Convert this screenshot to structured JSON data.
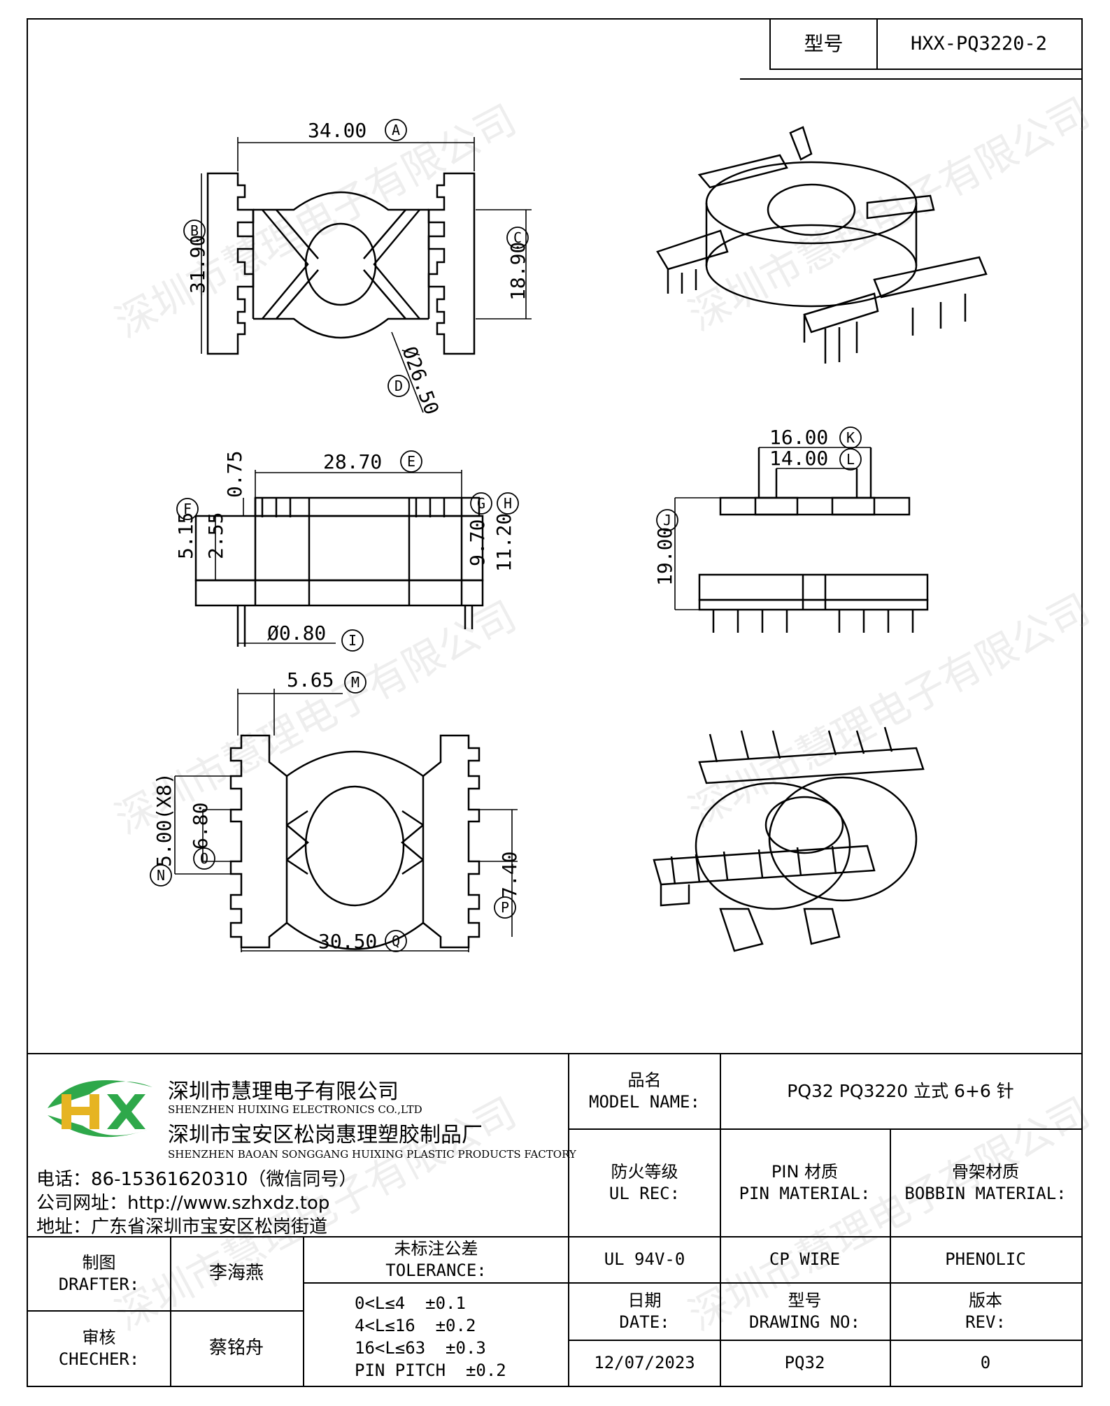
{
  "header": {
    "model_label": "型号",
    "model_value": "HXX-PQ3220-2"
  },
  "dimensions": {
    "A": "34.00",
    "B": "31.90",
    "C": "18.90",
    "D": "Ø26.50",
    "E": "28.70",
    "F": "5.15",
    "G": "0.75",
    "H": "11.20",
    "I": "Ø0.80",
    "J": "19.00",
    "K": "16.00",
    "L": "14.00",
    "M": "5.65",
    "N": "5.00(X8)",
    "O": "6.80",
    "P": "7.40",
    "Q": "30.50",
    "v255": "2.55",
    "v970": "9.70"
  },
  "letters": {
    "A": "A",
    "B": "B",
    "C": "C",
    "D": "D",
    "E": "E",
    "F": "F",
    "G": "G",
    "H": "H",
    "I": "I",
    "J": "J",
    "K": "K",
    "L": "L",
    "M": "M",
    "N": "N",
    "O": "O",
    "P": "P",
    "Q": "Q"
  },
  "watermark": "深圳市慧理电子有限公司",
  "company": {
    "logo": "HX",
    "name_cn": "深圳市慧理电子有限公司",
    "name_en": "SHENZHEN HUIXING ELECTRONICS CO.,LTD",
    "factory_cn": "深圳市宝安区松岗惠理塑胶制品厂",
    "factory_en": "SHENZHEN BAOAN SONGGANG HUIXING PLASTIC PRODUCTS FACTORY",
    "phone": "电话：86-15361620310（微信同号）",
    "website": "公司网址：http://www.szhxdz.top",
    "address": "地址：广东省深圳市宝安区松岗街道"
  },
  "title_block": {
    "model_name_cn": "品名",
    "model_name_en": "MODEL NAME:",
    "model_name_value": "PQ32 PQ3220 立式 6+6 针",
    "ul_cn": "防火等级",
    "ul_en": "UL REC:",
    "ul_value": "UL 94V-0",
    "pin_cn": "PIN 材质",
    "pin_en": "PIN MATERIAL:",
    "pin_value": "CP WIRE",
    "bobbin_cn": "骨架材质",
    "bobbin_en": "BOBBIN MATERIAL:",
    "bobbin_value": "PHENOLIC",
    "drafter_cn": "制图",
    "drafter_en": "DRAFTER:",
    "drafter_value": "李海燕",
    "checker_cn": "审核",
    "checker_en": "CHECHER:",
    "checker_value": "蔡铭舟",
    "tolerance_cn": "未标注公差",
    "tolerance_en": "TOLERANCE:",
    "tolerance_lines": [
      "0<L≤4  ±0.1",
      "4<L≤16  ±0.2",
      "16<L≤63  ±0.3",
      "PIN PITCH  ±0.2"
    ],
    "date_cn": "日期",
    "date_en": "DATE:",
    "date_value": "12/07/2023",
    "drawing_cn": "型号",
    "drawing_en": "DRAWING NO:",
    "drawing_value": "PQ32",
    "rev_cn": "版本",
    "rev_en": "REV:",
    "rev_value": "0"
  }
}
